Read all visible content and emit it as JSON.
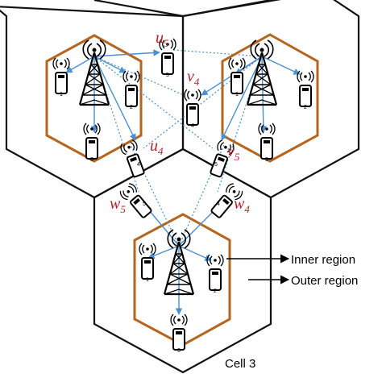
{
  "labels": {
    "inner_region": "Inner region",
    "outer_region": "Outer region",
    "cell3": "Cell 3"
  },
  "users": {
    "u5": {
      "base": "u",
      "sub": "5"
    },
    "v4": {
      "base": "v",
      "sub": "4"
    },
    "u4": {
      "base": "u",
      "sub": "4"
    },
    "v5": {
      "base": "v",
      "sub": "5"
    },
    "w5": {
      "base": "w",
      "sub": "5"
    },
    "w4": {
      "base": "w",
      "sub": "4"
    }
  },
  "device_numbers": {
    "cell1": [
      "1",
      "2",
      "3"
    ],
    "cell2": [
      "1",
      "2",
      "3"
    ],
    "cell3": [
      "1",
      "2",
      "3"
    ],
    "edge": [
      "4",
      "5",
      "4",
      "5",
      "5",
      "4"
    ]
  },
  "colors": {
    "hexagon_cell": "#111111",
    "inner_region": "#b5651d",
    "link_solid": "#4a90d0",
    "link_dotted": "#4a90d0",
    "user_label": "#c0202a",
    "text": "#000000"
  },
  "icons": [
    "tower-icon",
    "phone-icon",
    "arrow-right-icon"
  ]
}
